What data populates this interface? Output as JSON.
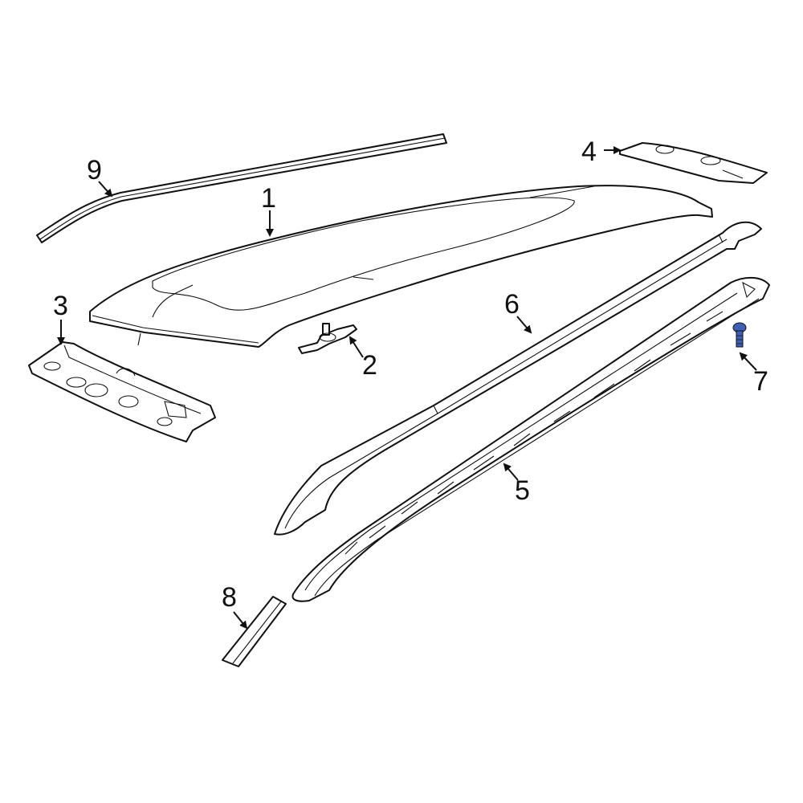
{
  "diagram": {
    "type": "exploded parts diagram",
    "subject": "Roof panel and roof rack components",
    "highlight_color": "#3f5fb5",
    "callouts": [
      {
        "number": "1",
        "part": "roof-panel"
      },
      {
        "number": "2",
        "part": "clip"
      },
      {
        "number": "3",
        "part": "front-roof-header-bracket"
      },
      {
        "number": "4",
        "part": "rear-roof-bracket"
      },
      {
        "number": "5",
        "part": "roof-rack-rail-base"
      },
      {
        "number": "6",
        "part": "roof-rack-rail-cover"
      },
      {
        "number": "7",
        "part": "screw",
        "highlighted": true
      },
      {
        "number": "8",
        "part": "end-cap-trim"
      },
      {
        "number": "9",
        "part": "roof-molding"
      }
    ]
  }
}
